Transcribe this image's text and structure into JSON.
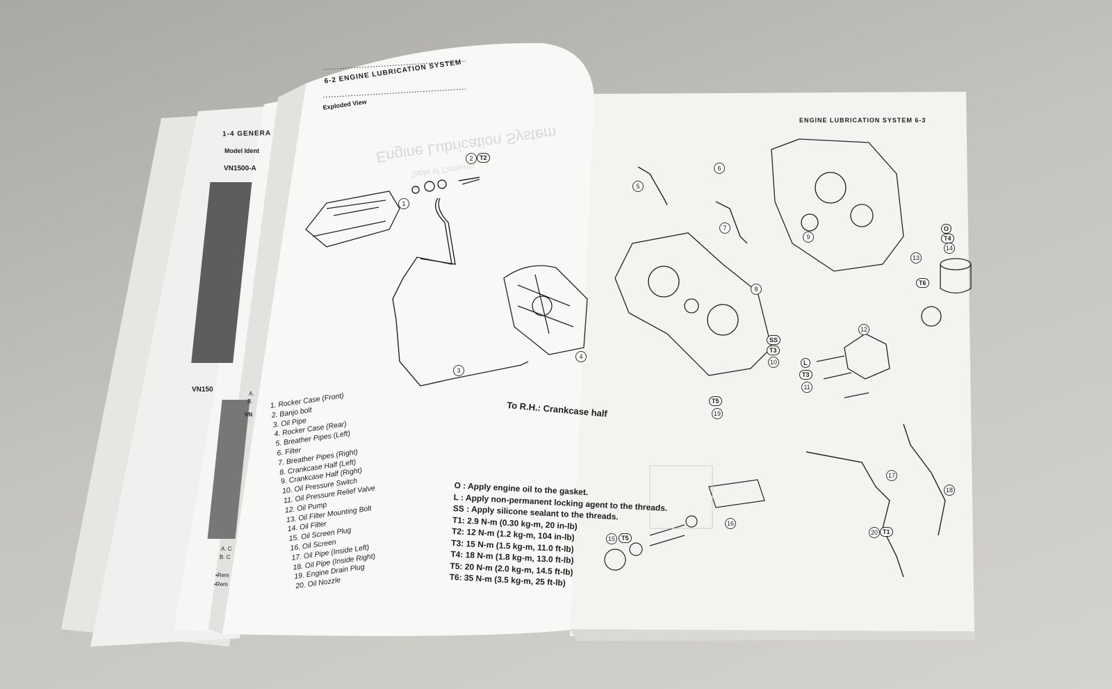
{
  "back_page": {
    "header": "1-4 GENERA",
    "subheader": "Model Ident",
    "model_1": "VN1500-A",
    "model_2": "VN150",
    "model_3": "VN",
    "caption_a": "A. C",
    "caption_b": "B. C",
    "caption_a2": "A.",
    "caption_b2": "B.",
    "remark_1": "•Rem",
    "remark_2": "•Rem"
  },
  "left_page": {
    "header": "6-2 ENGINE LUBRICATION SYSTEM",
    "subheader": "Exploded View",
    "bleed_title": "Engine Lubrication System",
    "bleed_sub": "Table of Contents",
    "direction_note": "To R.H.: Crankcase half",
    "parts": [
      "1. Rocker Case (Front)",
      "2. Banjo bolt",
      "3. Oil Pipe",
      "4. Rocker Case (Rear)",
      "5. Breather Pipes (Left)",
      "6. Filter",
      "7. Breather Pipes (Right)",
      "8. Crankcase Half (Left)",
      "9. Crankcase Half (Right)",
      "10. Oil Pressure Switch",
      "11. Oil Pressure Relief Valve",
      "12. Oil Pump",
      "13. Oil Filter Mounting Bolt",
      "14. Oil Filter",
      "15. Oil Screen Plug",
      "16. Oil Screen",
      "17. Oil Pipe (Inside Left)",
      "18. Oil Pipe (Inside Right)",
      "19. Engine Drain Plug",
      "20. Oil Nozzle"
    ],
    "notes": [
      "O  : Apply engine oil to the gasket.",
      "L  : Apply non-permanent locking agent to the threads.",
      "SS : Apply silicone sealant to the threads.",
      "T1: 2.9 N-m (0.30 kg-m, 20 in-lb)",
      "T2: 12 N-m (1.2 kg-m, 104 in-lb)",
      "T3: 15 N-m (1.5 kg-m, 11.0 ft-lb)",
      "T4: 18 N-m (1.8 kg-m, 13.0 ft-lb)",
      "T5: 20 N-m (2.0 kg-m, 14.5 ft-lb)",
      "T6: 35 N-m (3.5 kg-m, 25 ft-lb)"
    ],
    "callouts": {
      "c1": "1",
      "c2": "2",
      "t2": "T2",
      "c3": "3",
      "c4": "4"
    }
  },
  "right_page": {
    "header": "ENGINE LUBRICATION SYSTEM 6-3",
    "callouts": {
      "c5": "5",
      "c6": "6",
      "c7": "7",
      "c8": "8",
      "c9": "9",
      "c10": "10",
      "c11": "11",
      "c12": "12",
      "c13": "13",
      "c14": "14",
      "c15": "15",
      "c16": "16",
      "c17": "17",
      "c18": "18",
      "c19": "19",
      "c20": "20",
      "o": "O",
      "t4": "T4",
      "t6": "T6",
      "ss": "SS",
      "t3a": "T3",
      "l": "L",
      "t3b": "T3",
      "t5a": "T5",
      "t5b": "T5",
      "t1": "T1"
    }
  }
}
